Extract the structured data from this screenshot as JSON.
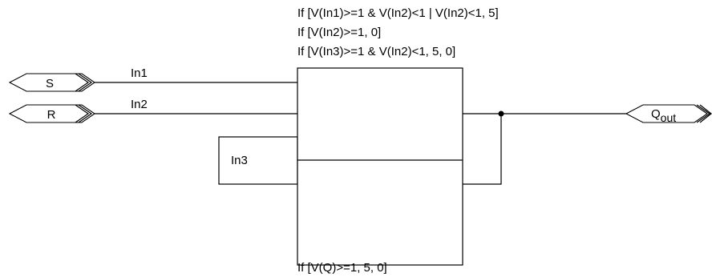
{
  "ports": {
    "input_s": {
      "label": "S"
    },
    "input_r": {
      "label": "R"
    },
    "output_q": {
      "label": "Q",
      "subscript": "out"
    }
  },
  "wires": {
    "in1": "In1",
    "in2": "In2",
    "in3": "In3"
  },
  "block": {
    "top_expressions": [
      "If [V(In1)>=1 & V(In2)<1 | V(In2)<1, 5]",
      "If [V(In2)>=1, 0]",
      "If [V(In3)>=1 & V(In2)<1, 5, 0]"
    ],
    "bottom_expression": "If [V(Q)>=1, 5, 0]"
  }
}
